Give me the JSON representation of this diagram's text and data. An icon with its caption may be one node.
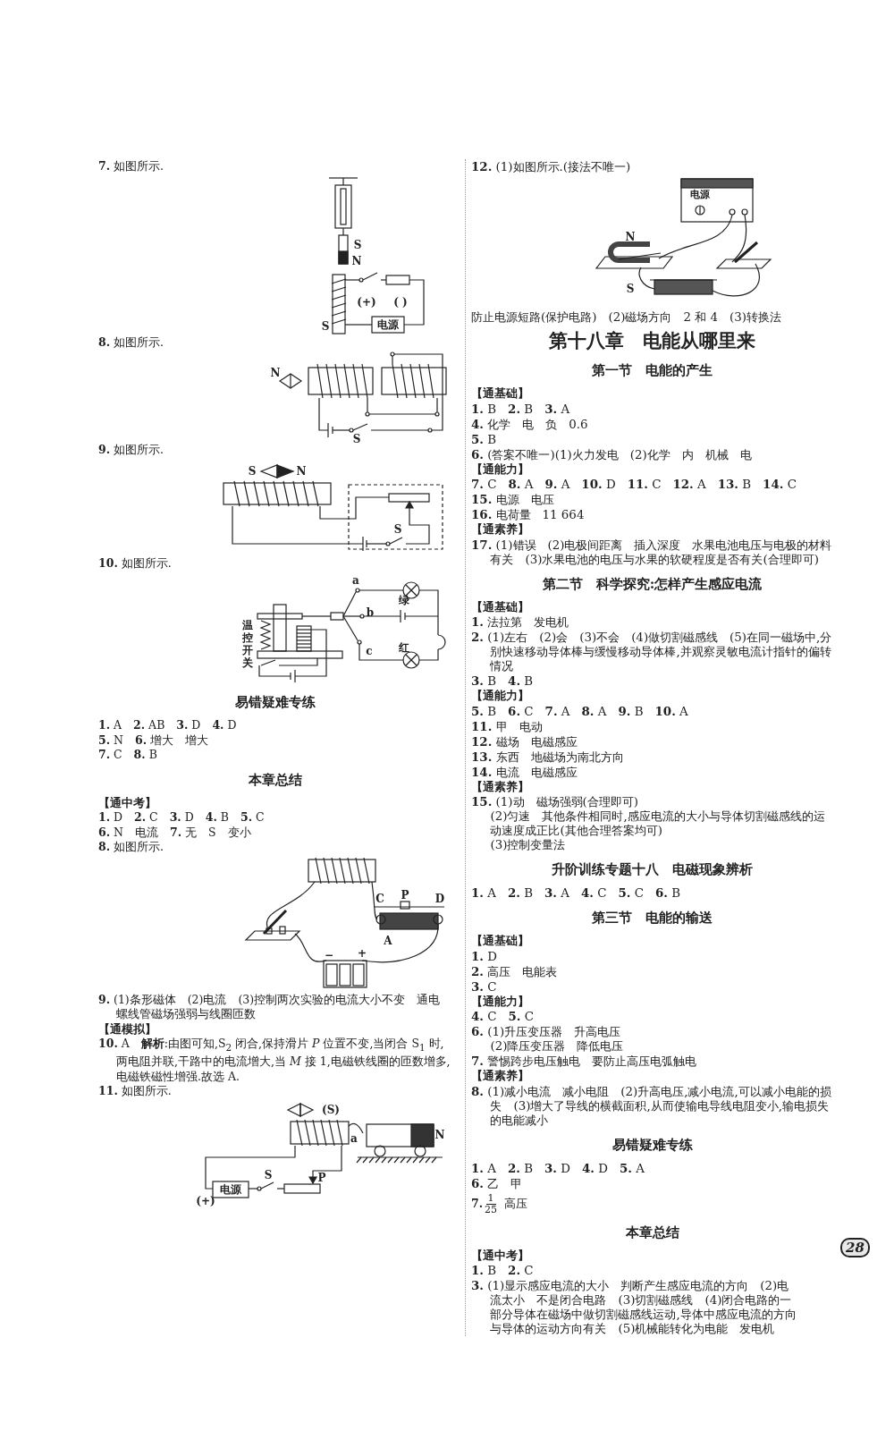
{
  "diagram": {
    "labels": [
      "**7.** 如图所示.",
      "S",
      "N",
      "(+)",
      "( )",
      "S",
      "电源",
      "**8.** 如图所示.",
      "N",
      "S",
      "**9.** 如图所示.",
      "S",
      "N",
      "S",
      "**10.** 如图所示.",
      "a",
      "绿",
      "b",
      "温控开关",
      "c",
      "红",
      "易错疑难专练",
      "**1.** A　**2.** AB　**3.** D　**4.** D",
      "**5.** N　**6.** 增大　增大",
      "**7.** C　**8.** B",
      "本章总结",
      "【通中考】",
      "**1.** D　**2.** C　**3.** D　**4.** B　**5.** C",
      "**6.** N　电流　**7.** 无　S　变小",
      "**8.** 如图所示.",
      "C",
      "P",
      "D",
      "A",
      "−",
      "+",
      "**9.** (1)条形磁体　(2)电流　(3)控制两次实验的电流大小不变　通电螺线管磁场强弱与线圈匝数",
      "【通模拟】",
      "**10.** A　**解析**:由图可知,S$_{2}$ 闭合,保持滑片 *P* 位置不变,当闭合 S$_{1}$ 时,两电阻并联,干路中的电流增大,当 *M* 接 1,电磁铁线圈的匝数增多,电磁铁磁性增强.故选 A.",
      "**11.** 如图所示.",
      "(S)",
      "a",
      "N",
      "S",
      "P",
      "电源",
      "(+)",
      "**12.** (1)如图所示.(接法不唯一)",
      "电源",
      "N",
      "S",
      "防止电源短路(保护电路)　(2)磁场方向　2 和 4　(3)转换法",
      "第十八章　电能从哪里来",
      "第一节　电能的产生",
      "【通基础】",
      "**1.** B　**2.** B　**3.** A",
      "**4.** 化学　电　负　0.6",
      "**5.** B",
      "**6.** (答案不唯一)(1)火力发电　(2)化学　内　机械　电",
      "【通能力】",
      "**7.** C　**8.** A　**9.** A　**10.** D　**11.** C　**12.** A　**13.** B　**14.** C",
      "**15.** 电源　电压",
      "**16.** 电荷量　11 664",
      "【通素养】",
      "**17.** (1)错误　(2)电极间距离　插入深度　水果电池电压与电极的材料有关　(3)水果电池的电压与水果的软硬程度是否有关(合理即可)",
      "第二节　科学探究:怎样产生感应电流",
      "【通基础】",
      "**1.** 法拉第　发电机",
      "**2.** (1)左右　(2)会　(3)不会　(4)做切割磁感线　(5)在同一磁场中,分别快速移动导体棒与缓慢移动导体棒,并观察灵敏电流计指针的偏转情况",
      "**3.** B　**4.** B",
      "【通能力】",
      "**5.** B　**6.** C　**7.** A　**8.** A　**9.** B　**10.** A",
      "**11.** 甲　电动",
      "**12.** 磁场　电磁感应",
      "**13.** 东西　地磁场为南北方向",
      "**14.** 电流　电磁感应",
      "【通素养】",
      "**15.** (1)动　磁场强弱(合理即可)",
      "(2)匀速　其他条件相同时,感应电流的大小与导体切割磁感线的运动速度成正比(其他合理答案均可)",
      "(3)控制变量法",
      "升阶训练专题十八　电磁现象辨析",
      "**1.** A　**2.** B　**3.** A　**4.** C　**5.** C　**6.** B",
      "第三节　电能的输送",
      "【通基础】",
      "**1.** D",
      "**2.** 高压　电能表",
      "**3.** C",
      "【通能力】",
      "**4.** C　**5.** C",
      "**6.** (1)升压变压器　升高电压",
      "(2)降压变压器　降低电压",
      "**7.** 警惕跨步电压触电　要防止高压电弧触电",
      "【通素养】",
      "**8.** (1)减小电流　减小电阻　(2)升高电压,减小电流,可以减小电能的损失　(3)增大了导线的横截面积,从而使输电导线电阻变小,输电损失的电能减小",
      "易错疑难专练",
      "**1.** A　**2.** B　**3.** D　**4.** D　**5.** A",
      "**6.** 乙　甲",
      "**7.**",
      "1",
      "25",
      "高压",
      "本章总结",
      "【通中考】",
      "**1.** B　**2.** C",
      "**3.** (1)显示感应电流的大小　判断产生感应电流的方向　(2)电流太小　不是闭合电路　(3)切割磁感线　(4)闭合电路的一部分导体在磁场中做切割磁感线运动,导体中感应电流的方向与导体的运动方向有关　(5)机械能转化为电能　发电机",
      "28"
    ]
  }
}
